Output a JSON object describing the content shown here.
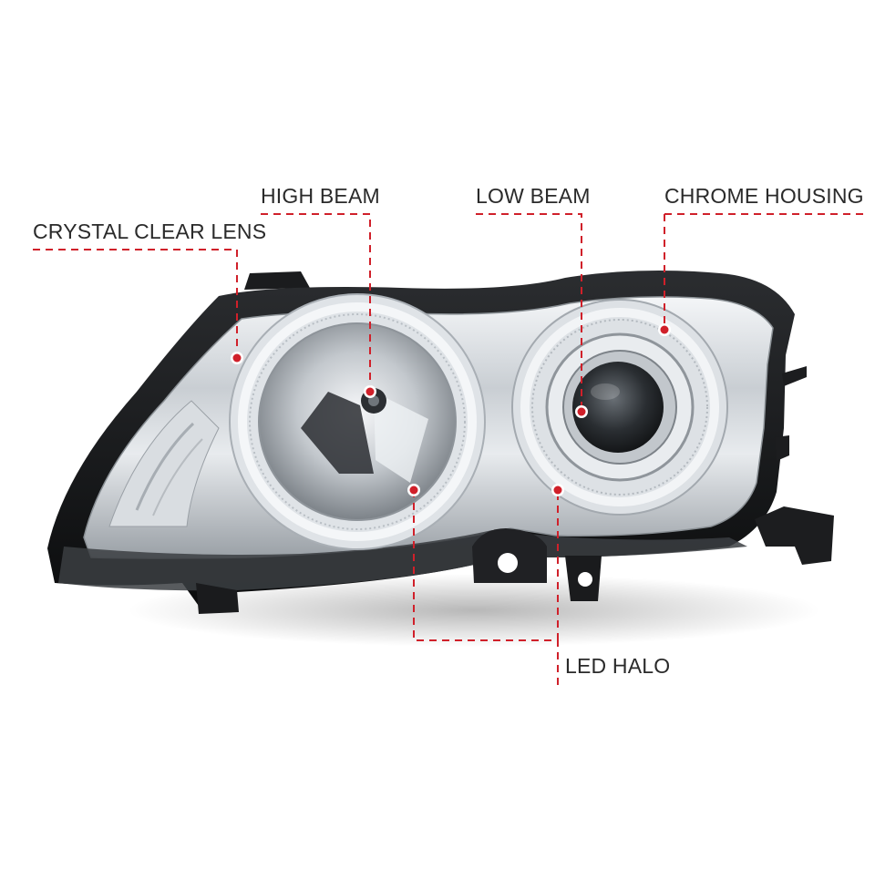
{
  "callouts": {
    "crystal_clear_lens": "CRYSTAL CLEAR LENS",
    "high_beam": "HIGH BEAM",
    "low_beam": "LOW BEAM",
    "chrome_housing": "CHROME HOUSING",
    "led_halo": "LED HALO"
  },
  "colors": {
    "callout_line": "#d0202a",
    "callout_dot": "#d0202a",
    "label_text": "#2a2a2a",
    "housing_black": "#111111",
    "chrome": "#c8ccd0"
  }
}
